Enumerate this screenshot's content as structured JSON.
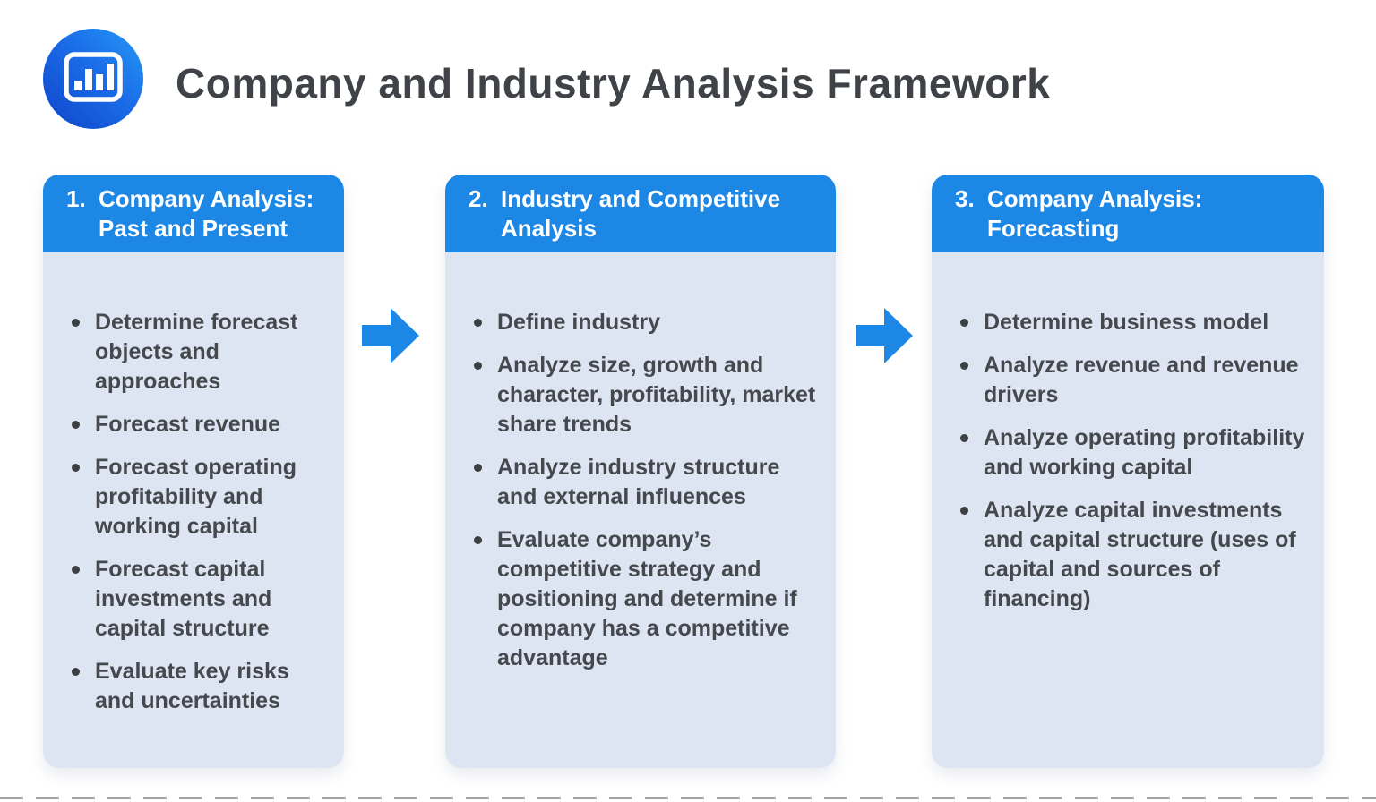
{
  "page": {
    "title": "Company and Industry Analysis Framework",
    "logo_icon": "bar-chart-icon"
  },
  "colors": {
    "accent_blue": "#1d87e6",
    "card_body_bg": "#dde4f2",
    "header_text": "#ffffff",
    "title_text": "#3f4347",
    "bullet_text": "#45494e",
    "logo_gradient_start": "#0e45c8",
    "logo_gradient_end": "#2499f5",
    "divider_gray": "#a6a6a6"
  },
  "cards": [
    {
      "number": "1.",
      "title_lines": [
        "Company Analysis:",
        "Past and Present"
      ],
      "bullets": [
        "Determine forecast objects and approaches",
        "Forecast revenue",
        "Forecast operating profitability and working capital",
        "Forecast capital investments and capital structure",
        "Evaluate key risks and uncertainties"
      ]
    },
    {
      "number": "2.",
      "title_lines": [
        "Industry and Competitive",
        "Analysis"
      ],
      "bullets": [
        "Define industry",
        "Analyze size, growth and character, profitability, market share trends",
        "Analyze industry structure and external influences",
        "Evaluate company’s competitive strategy and positioning and determine if company has a competitive advantage"
      ]
    },
    {
      "number": "3.",
      "title_lines": [
        "Company Analysis:",
        "Forecasting"
      ],
      "bullets": [
        "Determine business model",
        "Analyze revenue and revenue drivers",
        "Analyze operating profitability and working capital",
        "Analyze capital investments and capital structure (uses of capital and sources of financing)"
      ]
    }
  ],
  "arrows": [
    {
      "icon": "arrow-right-icon"
    },
    {
      "icon": "arrow-right-icon"
    }
  ]
}
